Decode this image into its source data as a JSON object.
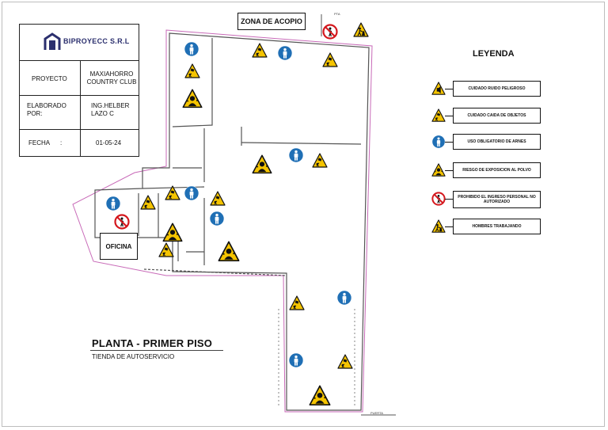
{
  "info_table": {
    "company": "BIPROYECC S.R.L",
    "rows": [
      {
        "label": "PROYECTO",
        "value": "MAXIAHORRO COUNTRY CLUB"
      },
      {
        "label": "ELABORADO POR:",
        "value": "ING.HELBER LAZO C"
      },
      {
        "label": "FECHA      :",
        "value": "01-05-24"
      }
    ]
  },
  "plan": {
    "zona_acopio": "ZONA DE ACOPIO",
    "oficina": "OFICINA",
    "puerta_top": "PTA",
    "puerta_bottom": "PUERTA",
    "title": "PLANTA - PRIMER PISO",
    "subtitle": "TIENDA DE AUTOSERVICIO"
  },
  "legend": {
    "title": "LEYENDA",
    "items": [
      {
        "icon": "noise-warning-icon",
        "label": "CUIDADO RUIDO PELIGROSO"
      },
      {
        "icon": "falling-objects-warning-icon",
        "label": "CUIDADO CAIDA DE OBJETOS"
      },
      {
        "icon": "harness-mandatory-icon",
        "label": "USO OBLIGATORIO DE ARNES"
      },
      {
        "icon": "dust-exposure-warning-icon",
        "label": "RIESGO DE EXPOSICION AL POLVO"
      },
      {
        "icon": "no-entry-prohibited-icon",
        "label": "PROHIBIDO EL INGRESO PERSONAL NO AUTORIZADO"
      },
      {
        "icon": "men-working-warning-icon",
        "label": "HOMBRES TRABAJANDO"
      }
    ]
  },
  "colors": {
    "warning_yellow": "#f5c400",
    "mandatory_blue": "#1f6fb5",
    "prohibited_red": "#d4171d",
    "boundary_pink": "#c86ab8",
    "logo_navy": "#2b2f6e"
  }
}
